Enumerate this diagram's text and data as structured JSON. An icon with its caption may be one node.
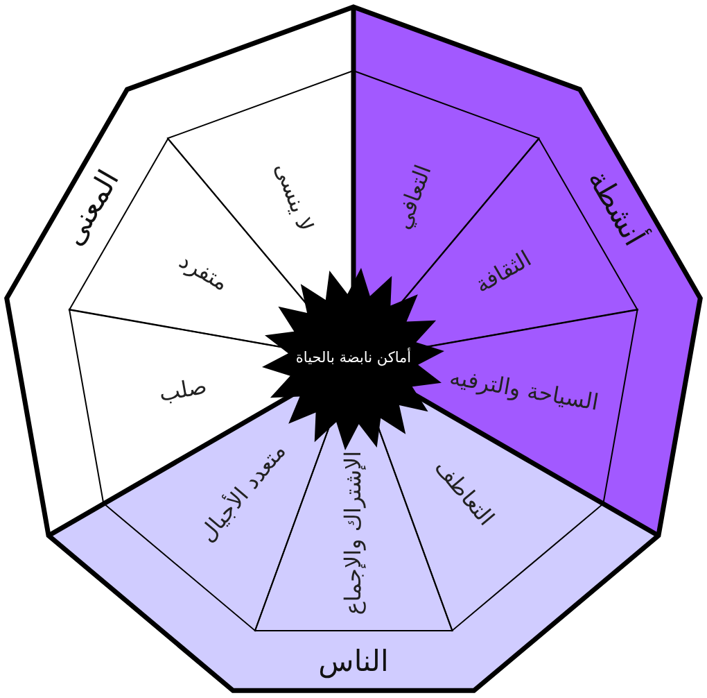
{
  "diagram": {
    "nodes": [
      {
        "text": [
          "أماكن نابضة بالحياة"
        ]
      },
      {
        "text": [
          "أنشطة"
        ]
      },
      {
        "text": [
          "التعافي"
        ],
        "in": 1
      },
      {
        "text": [
          "الثقافة"
        ],
        "in": 1
      },
      {
        "text": [
          "السياحة والترفيه"
        ],
        "in": 1
      },
      {
        "text": [
          "الناس"
        ]
      },
      {
        "text": [
          "التعاطف"
        ],
        "in": 5
      },
      {
        "text": [
          "الإشتراك والإجماع"
        ],
        "in": 5
      },
      {
        "text": [
          "متعدد الأجيال"
        ],
        "in": 5
      },
      {
        "text": [
          "المعنى"
        ]
      },
      {
        "text": [
          "صلب"
        ],
        "in": 9
      },
      {
        "text": [
          "متفرد"
        ],
        "in": 9
      },
      {
        "text": [
          "لا ينسى"
        ],
        "in": 9
      }
    ]
  }
}
